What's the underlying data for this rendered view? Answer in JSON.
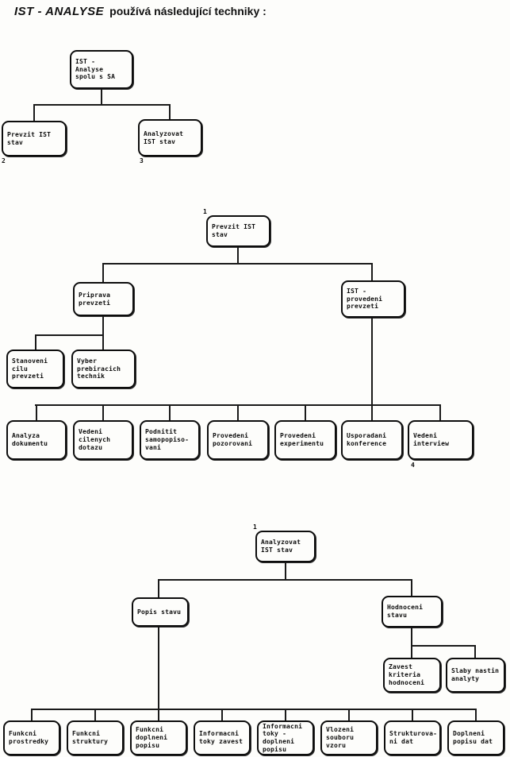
{
  "title": {
    "emphasis": "IST - ANALYSE",
    "rest": "používá následující techniky :"
  },
  "d1": {
    "root": "IST -\nAnalyse\nspolu s SA",
    "left": "Prevzit IST\nstav",
    "left_num": "2",
    "right": "Analyzovat\nIST stav",
    "right_num": "3"
  },
  "d2": {
    "num": "1",
    "root": "Prevzit IST\nstav",
    "priprava": "Priprava\nprevzeti",
    "provedeni": "IST -\nprovedeni\nprevzeti",
    "stanoveni": "Stanoveni\ncilu\nprevzeti",
    "vyber": "Vyber\nprebiracich\ntechnik",
    "leaves": [
      "Analyza\ndokumentu",
      "Vedeni\ncilenych\ndotazu",
      "Podnitit\nsamopopiso-\nvani",
      "Provedeni\npozorovani",
      "Provedeni\nexperimentu",
      "Usporadani\nkonference",
      "Vedeni\ninterview"
    ],
    "leaf_num": "4"
  },
  "d3": {
    "num": "1",
    "root": "Analyzovat\nIST stav",
    "popis": "Popis stavu",
    "hodnoceni": "Hodnoceni\nstavu",
    "zavest": "Zavest\nkriteria\nhodnoceni",
    "slaby": "Slaby nastin\nanalyty",
    "leaves": [
      "Funkcni\nprostredky",
      "Funkcni\nstruktury",
      "Funkcni\ndoplneni\npopisu",
      "Informacni\ntoky zavest",
      "Informacni\ntoky -\ndoplneni\npopisu",
      "Vlozeni\nsouboru\nvzoru",
      "Strukturova-\nni dat",
      "Doplneni\npopisu dat"
    ]
  }
}
